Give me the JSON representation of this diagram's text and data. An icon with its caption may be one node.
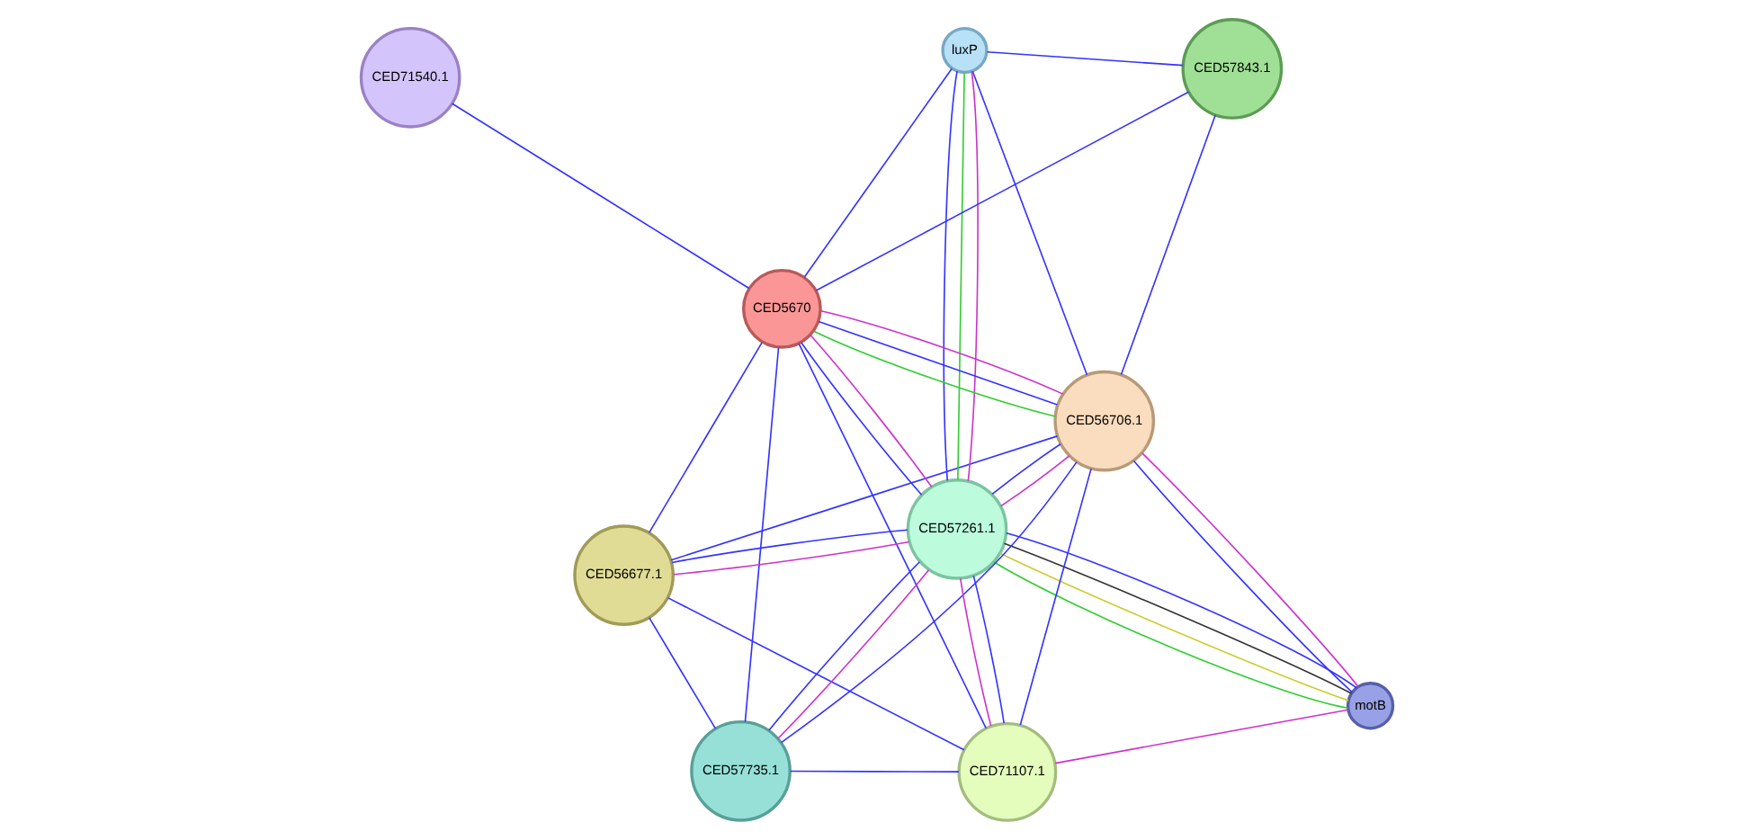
{
  "diagram": {
    "nodes": [
      {
        "text": [
          "CED71540.1"
        ]
      },
      {
        "text": [
          "motB"
        ]
      },
      {
        "text": [
          "CED56706.1"
        ]
      },
      {
        "text": [
          "luxP"
        ]
      },
      {
        "text": [
          "CED5670"
        ]
      },
      {
        "text": [
          "CED71107.1"
        ]
      },
      {
        "text": [
          "CED57261.1"
        ]
      },
      {
        "text": [
          "CED57843.1"
        ]
      },
      {
        "text": [
          "CED56677.1"
        ]
      },
      {
        "text": [
          "CED57735.1"
        ]
      }
    ],
    "edges": [
      {
        "from": 0,
        "to": 4,
        "arrow": "none"
      },
      {
        "from": 4,
        "to": 2,
        "arrow": "none",
        "color": "#cc33cc"
      },
      {
        "from": 4,
        "to": 2,
        "arrow": "none",
        "color": "#33cc33"
      },
      {
        "from": 4,
        "to": 2,
        "arrow": "none"
      },
      {
        "from": 2,
        "to": 1,
        "arrow": "none",
        "color": "#cc33cc"
      },
      {
        "from": 2,
        "to": 1,
        "arrow": "none"
      },
      {
        "from": 1,
        "to": 6,
        "arrow": "none",
        "color": "#33cc33"
      },
      {
        "from": 1,
        "to": 6,
        "arrow": "none"
      },
      {
        "from": 1,
        "to": 6,
        "arrow": "none",
        "color": "#333333"
      },
      {
        "from": 1,
        "to": 6,
        "arrow": "none",
        "color": "#cccc33"
      },
      {
        "from": 1,
        "to": 5,
        "arrow": "none",
        "color": "#cc33cc"
      },
      {
        "from": 3,
        "to": 2,
        "arrow": "none"
      },
      {
        "from": 3,
        "to": 4,
        "arrow": "none"
      },
      {
        "from": 3,
        "to": 6,
        "arrow": "none",
        "color": "#cc33cc"
      },
      {
        "from": 3,
        "to": 6,
        "arrow": "none"
      },
      {
        "from": 3,
        "to": 6,
        "arrow": "none",
        "color": "#33cc33"
      },
      {
        "from": 3,
        "to": 7,
        "arrow": "none"
      },
      {
        "from": 4,
        "to": 7,
        "arrow": "none"
      },
      {
        "from": 2,
        "to": 7,
        "arrow": "none"
      },
      {
        "from": 4,
        "to": 5,
        "arrow": "none"
      },
      {
        "from": 4,
        "to": 6,
        "arrow": "none",
        "color": "#cc33cc"
      },
      {
        "from": 4,
        "to": 6,
        "arrow": "none"
      },
      {
        "from": 4,
        "to": 9,
        "arrow": "none"
      },
      {
        "from": 4,
        "to": 8,
        "arrow": "none"
      },
      {
        "from": 2,
        "to": 6,
        "arrow": "none",
        "color": "#cc33cc"
      },
      {
        "from": 2,
        "to": 6,
        "arrow": "none"
      },
      {
        "from": 2,
        "to": 9,
        "arrow": "none"
      },
      {
        "from": 2,
        "to": 8,
        "arrow": "none"
      },
      {
        "from": 2,
        "to": 5,
        "arrow": "none"
      },
      {
        "from": 5,
        "to": 6,
        "arrow": "none",
        "color": "#cc33cc"
      },
      {
        "from": 5,
        "to": 6,
        "arrow": "none"
      },
      {
        "from": 5,
        "to": 9,
        "arrow": "none"
      },
      {
        "from": 5,
        "to": 8,
        "arrow": "none"
      },
      {
        "from": 6,
        "to": 8,
        "arrow": "none",
        "color": "#cc33cc"
      },
      {
        "from": 6,
        "to": 8,
        "arrow": "none"
      },
      {
        "from": 6,
        "to": 9,
        "arrow": "none",
        "color": "#cc33cc"
      },
      {
        "from": 6,
        "to": 9,
        "arrow": "none"
      },
      {
        "from": 8,
        "to": 9,
        "arrow": "none"
      }
    ]
  }
}
